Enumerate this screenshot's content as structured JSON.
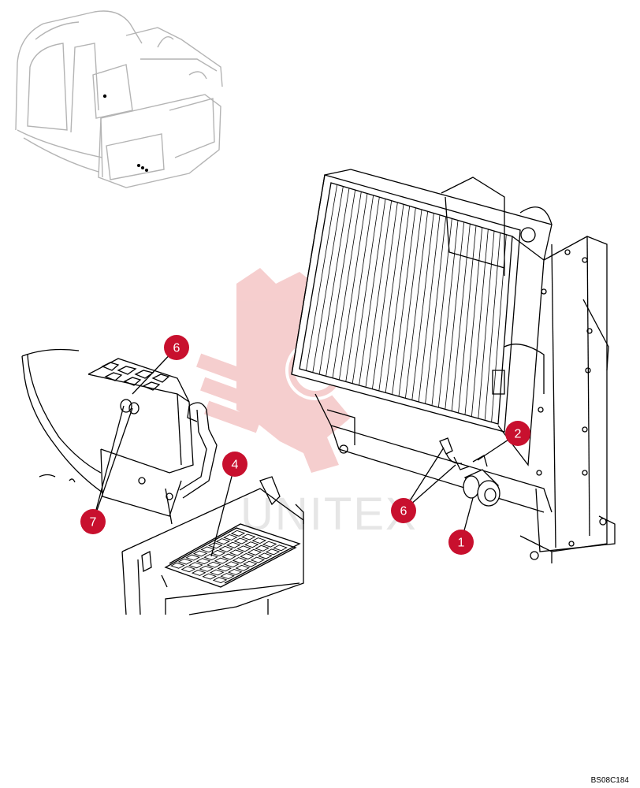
{
  "callouts": [
    {
      "id": "callout-6-battery",
      "label": "6"
    },
    {
      "id": "callout-7",
      "label": "7"
    },
    {
      "id": "callout-4",
      "label": "4"
    },
    {
      "id": "callout-2",
      "label": "2"
    },
    {
      "id": "callout-6-cooler",
      "label": "6"
    },
    {
      "id": "callout-1",
      "label": "1"
    }
  ],
  "watermark": {
    "text": "UNITEX"
  },
  "reference_code": "BS08C184",
  "colors": {
    "callout_fill": "#c8102e",
    "line": "#000000",
    "inset_line": "#b4b4b4",
    "watermark": "#f4c6c6"
  }
}
